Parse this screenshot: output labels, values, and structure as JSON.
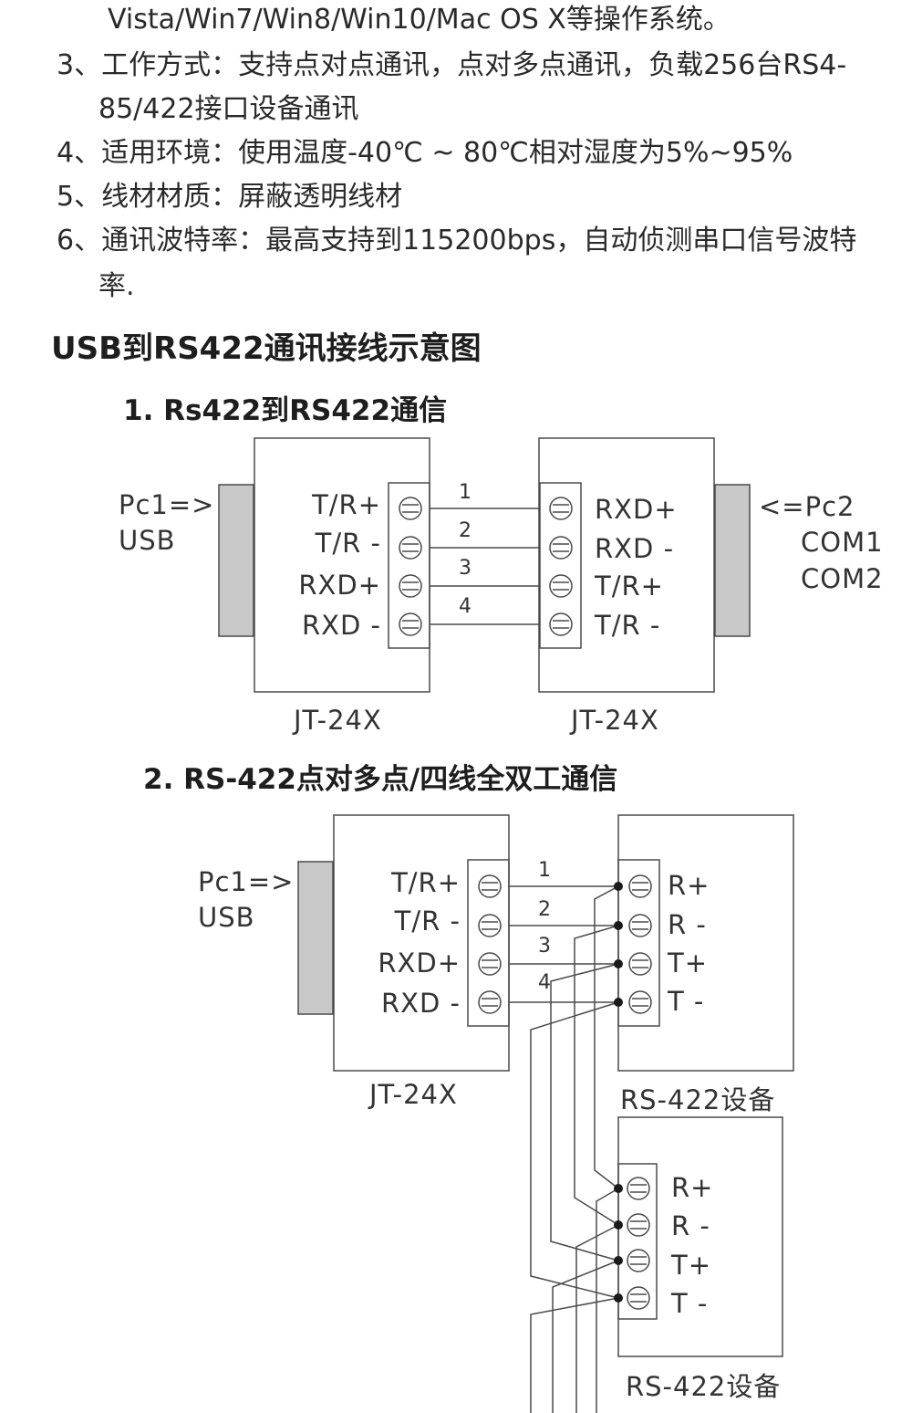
{
  "spec": {
    "line_os": "Vista/Win7/Win8/Win10/Mac OS X等操作系统。",
    "item3_a": "3、工作方式：支持点对点通讯，点对多点通讯，负载256台RS4-",
    "item3_b": "85/422接口设备通讯",
    "item4": "4、适用环境：使用温度-40℃ ~ 80℃相对湿度为5%~95%",
    "item5": "5、线材材质：屏蔽透明线材",
    "item6_a": "6、通讯波特率：最高支持到115200bps，自动侦测串口信号波特",
    "item6_b": "率."
  },
  "diagram_title": "USB到RS422通讯接线示意图",
  "d1": {
    "title": "1. Rs422到RS422通信",
    "left_host": [
      "Pc1=>",
      "USB"
    ],
    "right_host": [
      "<=Pc2",
      "COM1",
      "COM2"
    ],
    "left_pins": [
      "T/R+",
      "T/R -",
      "RXD+",
      "RXD -"
    ],
    "right_pins": [
      "RXD+",
      "RXD -",
      "T/R+",
      "T/R -"
    ],
    "wire_nums": [
      "1",
      "2",
      "3",
      "4"
    ],
    "left_model": "JT-24X",
    "right_model": "JT-24X"
  },
  "d2": {
    "title": "2. RS-422点对多点/四线全双工通信",
    "left_host": [
      "Pc1=>",
      "USB"
    ],
    "left_pins": [
      "T/R+",
      "T/R -",
      "RXD+",
      "RXD -"
    ],
    "dev_pins": [
      "R+",
      "R -",
      "T+",
      "T -"
    ],
    "wire_nums": [
      "1",
      "2",
      "3",
      "4"
    ],
    "left_model": "JT-24X",
    "device1_label": "RS-422设备",
    "device2_label": "RS-422设备"
  },
  "colors": {
    "connector": "#c8c8c8",
    "line": "#4a4a4a",
    "text": "#333333"
  }
}
